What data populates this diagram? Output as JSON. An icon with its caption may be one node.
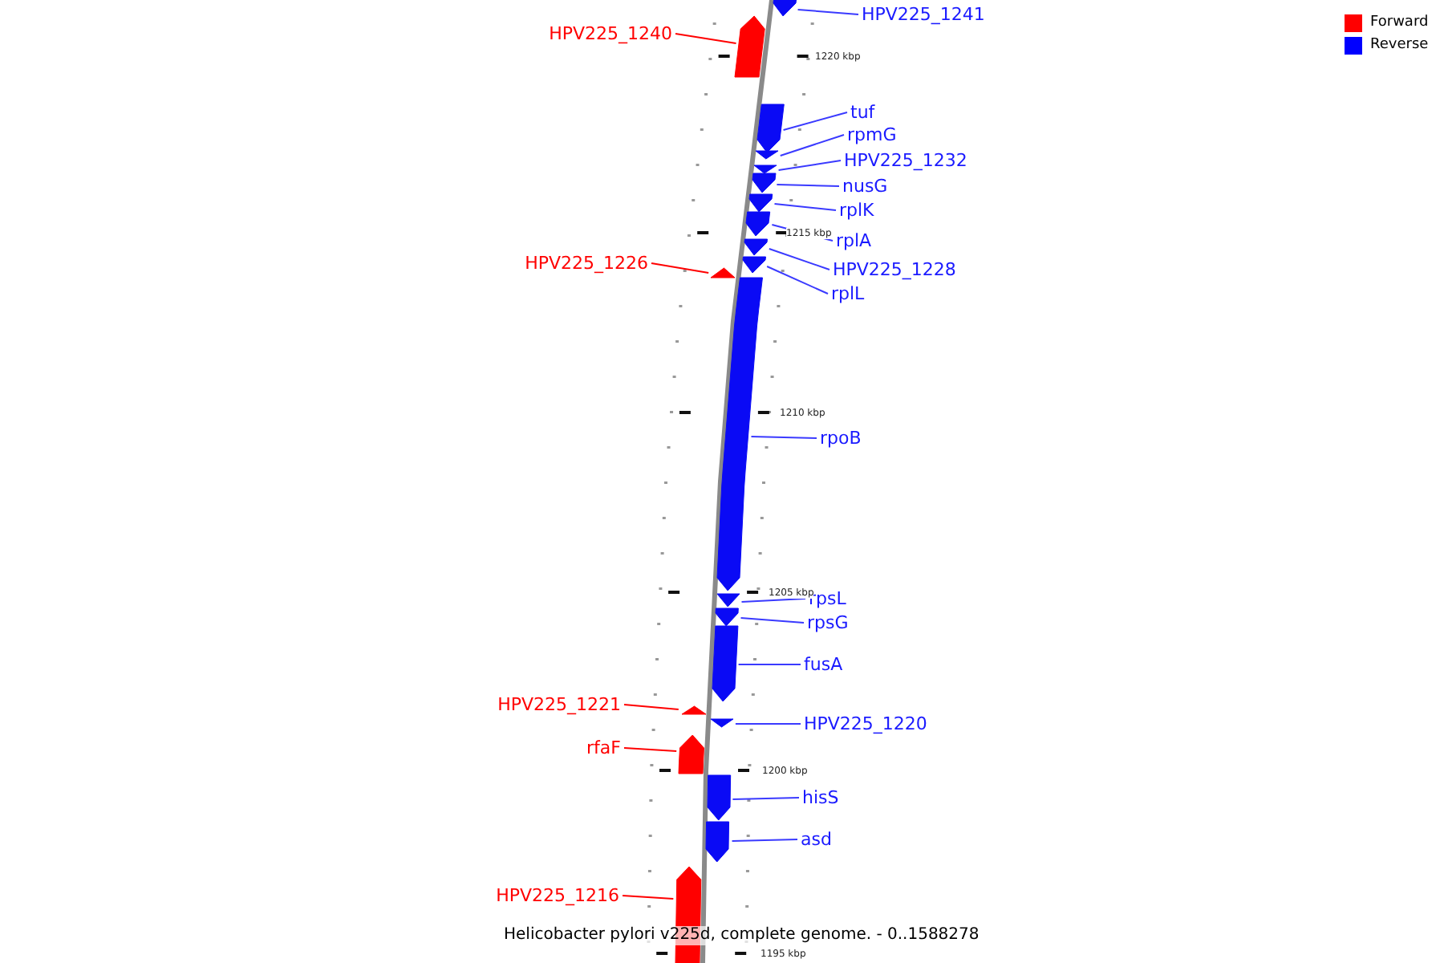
{
  "diagram": {
    "caption": "Helicobacter pylori v225d, complete genome. - 0..1588278",
    "nodes": [
      {
        "text": [
          "HPV225_1241"
        ]
      },
      {
        "text": [],
        "shape": "bar"
      },
      {
        "text": [
          "HPV225_1240"
        ]
      },
      {
        "text": [],
        "shape": "bar"
      },
      {
        "text": [
          "tuf"
        ]
      },
      {
        "text": [],
        "shape": "bar"
      },
      {
        "text": [
          "rpmG"
        ]
      },
      {
        "text": [],
        "shape": "bar"
      },
      {
        "text": [
          "HPV225_1232"
        ]
      },
      {
        "text": [],
        "shape": "bar"
      },
      {
        "text": [
          "nusG"
        ]
      },
      {
        "text": [],
        "shape": "bar"
      },
      {
        "text": [
          "rplK"
        ]
      },
      {
        "text": [],
        "shape": "bar"
      },
      {
        "text": [
          "rplA"
        ]
      },
      {
        "text": [],
        "shape": "bar"
      },
      {
        "text": [
          "HPV225_1228"
        ]
      },
      {
        "text": [],
        "shape": "bar"
      },
      {
        "text": [
          "rplL"
        ]
      },
      {
        "text": [],
        "shape": "bar"
      },
      {
        "text": [
          "HPV225_1226"
        ]
      },
      {
        "text": [],
        "shape": "bar"
      },
      {
        "text": [
          "rpoB"
        ]
      },
      {
        "text": [],
        "shape": "bar"
      },
      {
        "text": [
          "rpsL"
        ]
      },
      {
        "text": [],
        "shape": "bar"
      },
      {
        "text": [
          "rpsG"
        ]
      },
      {
        "text": [],
        "shape": "bar"
      },
      {
        "text": [
          "fusA"
        ]
      },
      {
        "text": [],
        "shape": "bar"
      },
      {
        "text": [
          "HPV225_1221"
        ]
      },
      {
        "text": [],
        "shape": "bar"
      },
      {
        "text": [
          "HPV225_1220"
        ]
      },
      {
        "text": [],
        "shape": "bar"
      },
      {
        "text": [
          "rfaF"
        ]
      },
      {
        "text": [],
        "shape": "bar"
      },
      {
        "text": [
          "hisS"
        ]
      },
      {
        "text": [],
        "shape": "bar"
      },
      {
        "text": [
          "asd"
        ]
      },
      {
        "text": [],
        "shape": "bar"
      },
      {
        "text": [
          "HPV225_1216"
        ]
      },
      {
        "text": [],
        "shape": "bar"
      }
    ],
    "edges": [
      {
        "from": 0,
        "to": 1,
        "arrow": "none"
      },
      {
        "from": 2,
        "to": 3,
        "arrow": "none",
        "color": "#ff0000"
      },
      {
        "from": 4,
        "to": 5,
        "arrow": "none"
      },
      {
        "from": 6,
        "to": 7,
        "arrow": "none"
      },
      {
        "from": 8,
        "to": 9,
        "arrow": "none"
      },
      {
        "from": 10,
        "to": 11,
        "arrow": "none"
      },
      {
        "from": 12,
        "to": 13,
        "arrow": "none"
      },
      {
        "from": 14,
        "to": 15,
        "arrow": "none"
      },
      {
        "from": 16,
        "to": 17,
        "arrow": "none"
      },
      {
        "from": 18,
        "to": 19,
        "arrow": "none"
      },
      {
        "from": 20,
        "to": 21,
        "arrow": "none",
        "color": "#ff0000"
      },
      {
        "from": 22,
        "to": 23,
        "arrow": "none"
      },
      {
        "from": 24,
        "to": 25,
        "arrow": "none"
      },
      {
        "from": 26,
        "to": 27,
        "arrow": "none"
      },
      {
        "from": 28,
        "to": 29,
        "arrow": "none"
      },
      {
        "from": 30,
        "to": 31,
        "arrow": "none",
        "color": "#ff0000"
      },
      {
        "from": 32,
        "to": 33,
        "arrow": "none"
      },
      {
        "from": 34,
        "to": 35,
        "arrow": "none",
        "color": "#ff0000"
      },
      {
        "from": 36,
        "to": 37,
        "arrow": "none"
      },
      {
        "from": 38,
        "to": 39,
        "arrow": "none"
      },
      {
        "from": 40,
        "to": 41,
        "arrow": "none",
        "color": "#ff0000"
      }
    ],
    "labels": [
      "1220 kbp",
      "1215 kbp",
      "1210 kbp",
      "1205 kbp",
      "1200 kbp",
      "1195 kbp"
    ],
    "legend": [
      {
        "text": "Forward",
        "color": "#ff0000"
      },
      {
        "text": "Reverse",
        "color": "#0000ff"
      }
    ]
  }
}
